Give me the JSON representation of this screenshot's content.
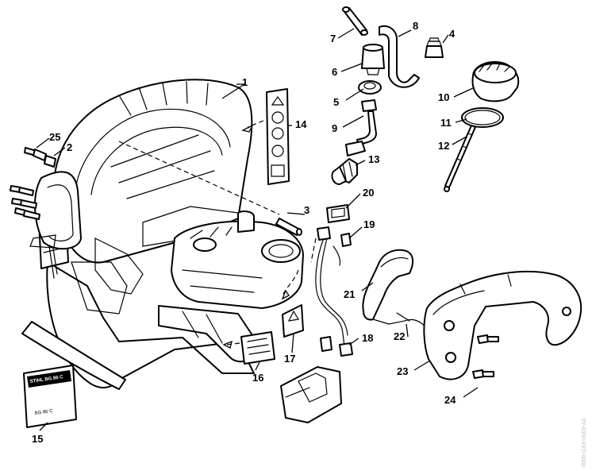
{
  "labels": [
    {
      "id": "1",
      "text": "1"
    },
    {
      "id": "2",
      "text": "2"
    },
    {
      "id": "3",
      "text": "3"
    },
    {
      "id": "4",
      "text": "4"
    },
    {
      "id": "5",
      "text": "5"
    },
    {
      "id": "6",
      "text": "6"
    },
    {
      "id": "7",
      "text": "7"
    },
    {
      "id": "8",
      "text": "8"
    },
    {
      "id": "9",
      "text": "9"
    },
    {
      "id": "10",
      "text": "10"
    },
    {
      "id": "11",
      "text": "11"
    },
    {
      "id": "12",
      "text": "12"
    },
    {
      "id": "13",
      "text": "13"
    },
    {
      "id": "14",
      "text": "14"
    },
    {
      "id": "15",
      "text": "15"
    },
    {
      "id": "16",
      "text": "16"
    },
    {
      "id": "17",
      "text": "17"
    },
    {
      "id": "18",
      "text": "18"
    },
    {
      "id": "19",
      "text": "19"
    },
    {
      "id": "20",
      "text": "20"
    },
    {
      "id": "21",
      "text": "21"
    },
    {
      "id": "22",
      "text": "22"
    },
    {
      "id": "23",
      "text": "23"
    },
    {
      "id": "24",
      "text": "24"
    },
    {
      "id": "25",
      "text": "25"
    }
  ],
  "decal_15": {
    "brand": "STIHL BG 86 C",
    "model": "BG 86 C"
  },
  "watermark": "0000-GXX-0000-A0",
  "colors": {
    "line": "#000000",
    "background": "#ffffff",
    "watermark": "#bbbbbb"
  }
}
